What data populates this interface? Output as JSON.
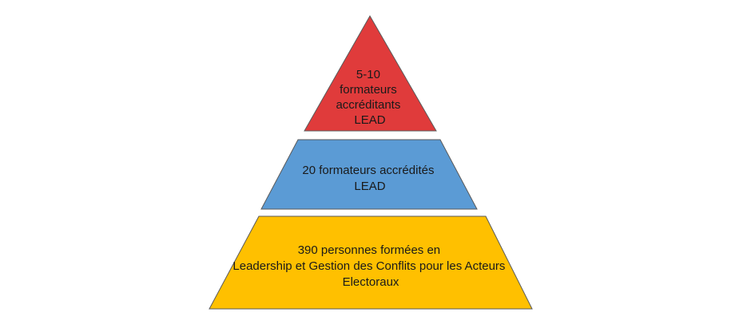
{
  "pyramid": {
    "tiers": [
      {
        "color": "#e03b3b",
        "lines": [
          "5-10",
          "formateurs",
          "accréditants",
          "LEAD"
        ]
      },
      {
        "color": "#5b9bd5",
        "lines": [
          "20 formateurs accrédités",
          "LEAD"
        ]
      },
      {
        "color": "#ffc000",
        "lines": [
          "390 personnes formées en",
          "Leadership et Gestion des Conflits pour les Acteurs",
          "Electoraux"
        ]
      }
    ],
    "outline_color": "#5a5a5a"
  }
}
